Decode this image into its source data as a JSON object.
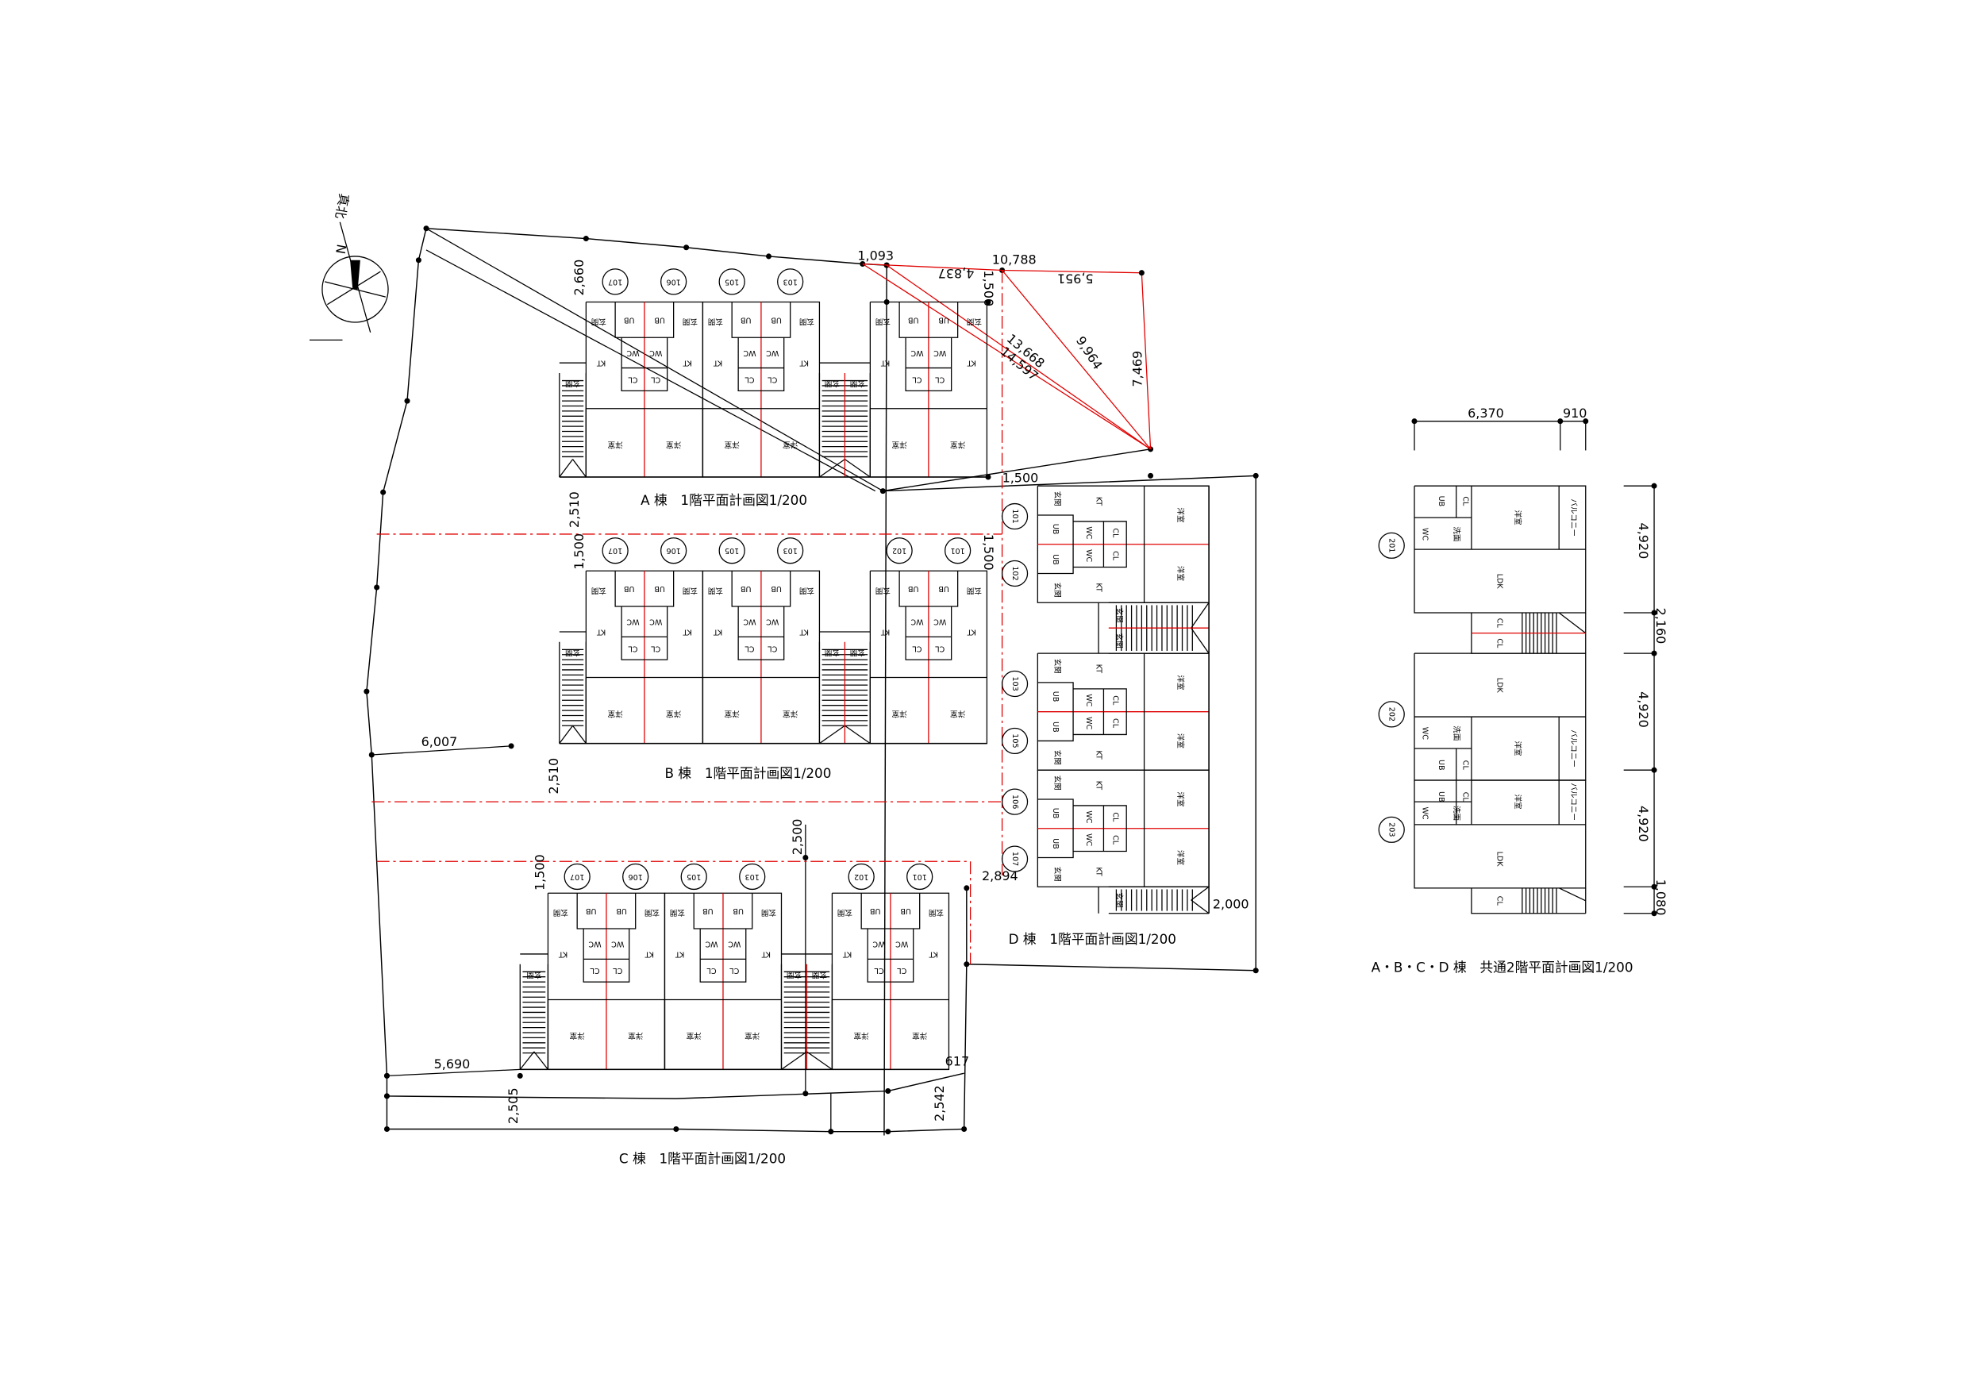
{
  "north": {
    "label": "真北",
    "letter": "N"
  },
  "titles": {
    "a": "A 棟　1階平面計画図1/200",
    "b": "B 棟　1階平面計画図1/200",
    "c": "C 棟　1階平面計画図1/200",
    "d": "D 棟　1階平面計画図1/200",
    "second": "A・B・C・D 棟　共通2階平面計画図1/200"
  },
  "rooms": {
    "genkan": "玄関",
    "ub": "UB",
    "wc": "WC",
    "cl": "CL",
    "kt": "KT",
    "yoshitsu": "洋室",
    "ldk": "LDK",
    "senmen": "洗面",
    "balcony": "バルコニー"
  },
  "buildings": {
    "a": {
      "units": [
        "107",
        "106",
        "105",
        "103"
      ]
    },
    "b": {
      "units": [
        "107",
        "106",
        "105",
        "103",
        "102",
        "101"
      ]
    },
    "c": {
      "units": [
        "107",
        "106",
        "105",
        "103",
        "102",
        "101"
      ]
    },
    "d": {
      "units": [
        "101",
        "102",
        "103",
        "105",
        "106",
        "107"
      ]
    },
    "second": {
      "units": [
        "201",
        "202",
        "203"
      ]
    }
  },
  "dimensions": {
    "site": [
      "1,093",
      "10,788",
      "4,837",
      "5,951",
      "1,500",
      "13,668",
      "14,597",
      "9,964",
      "7,469",
      "2,660",
      "2,510",
      "1,500",
      "1,500",
      "1,500",
      "6,007",
      "2,510",
      "2,500",
      "1,500",
      "2,894",
      "2,000",
      "5,690",
      "617",
      "2,505",
      "2,542"
    ],
    "second": [
      "6,370",
      "910",
      "4,920",
      "2,160",
      "4,920",
      "4,920",
      "1,080"
    ]
  },
  "colors": {
    "line": "#000000",
    "accent": "#e00000"
  }
}
